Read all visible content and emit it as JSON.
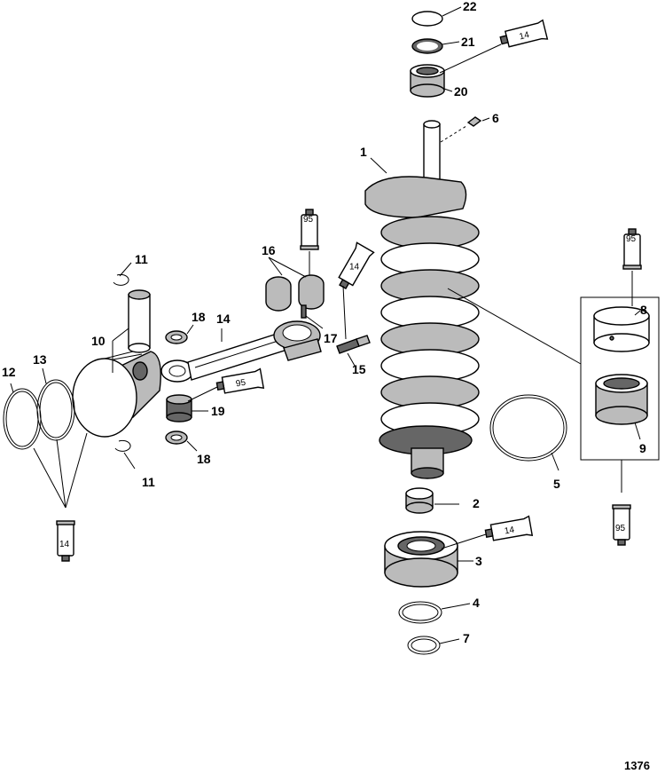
{
  "figure_number": "1376",
  "callouts": {
    "c1": "1",
    "c2": "2",
    "c3": "3",
    "c4": "4",
    "c5": "5",
    "c6": "6",
    "c7": "7",
    "c8": "8",
    "c9": "9",
    "c10": "10",
    "c11a": "11",
    "c11b": "11",
    "c12": "12",
    "c13": "13",
    "c14": "14",
    "c15": "15",
    "c16": "16",
    "c17": "17",
    "c18a": "18",
    "c18b": "18",
    "c19": "19",
    "c20": "20",
    "c21": "21",
    "c22": "22"
  },
  "lubricant_tubes": {
    "t_top": "14",
    "t_rod_bolt": "14",
    "t_bearing_top": "95",
    "t_needle": "95",
    "t_sleeve": "95",
    "t_roller": "95",
    "t_ball": "14",
    "t_piston": "14"
  }
}
